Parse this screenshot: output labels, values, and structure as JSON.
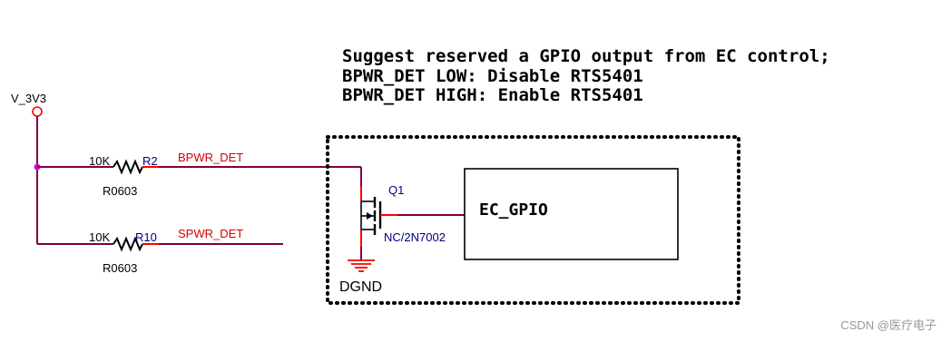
{
  "notes": {
    "line1": "Suggest reserved a GPIO output from EC control;",
    "line2": "BPWR_DET LOW: Disable RTS5401",
    "line3": "BPWR_DET HIGH: Enable RTS5401"
  },
  "power": {
    "net": "V_3V3"
  },
  "r2": {
    "value": "10K",
    "ref": "R2",
    "package": "R0603",
    "net": "BPWR_DET"
  },
  "r10": {
    "value": "10K",
    "ref": "R10",
    "package": "R0603",
    "net": "SPWR_DET"
  },
  "q1": {
    "ref": "Q1",
    "part": "NC/2N7002"
  },
  "ground": {
    "net": "DGND"
  },
  "ec_block": {
    "label": "EC_GPIO"
  },
  "watermark": "CSDN @医疗电子",
  "colors": {
    "wire": "#800040",
    "net_label": "#d40000",
    "ref_label": "#000080",
    "pin": "#ff0000",
    "text": "#000000"
  }
}
